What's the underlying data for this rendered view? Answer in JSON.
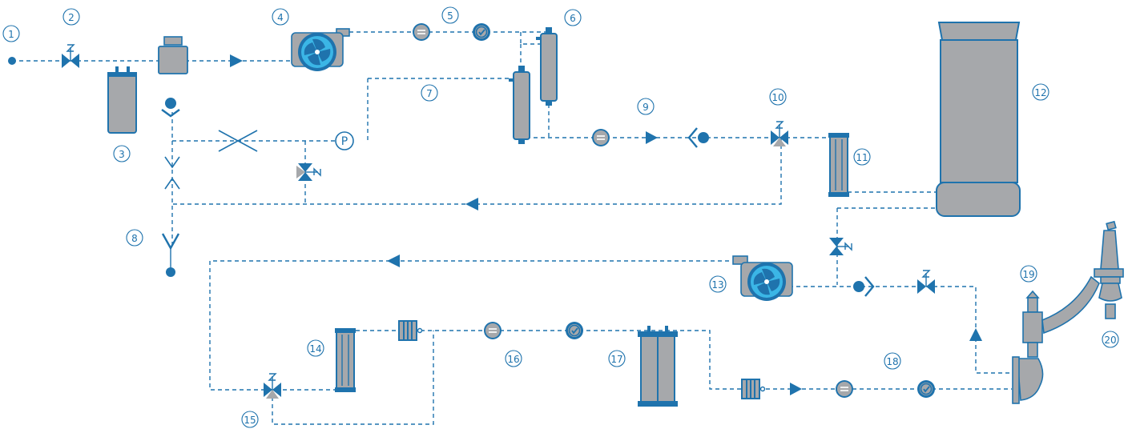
{
  "diagram": {
    "colors": {
      "pipe": "#1f73ad",
      "equipment": "#a6a8ab",
      "fan": "#3bb6e6",
      "background": "#ffffff"
    },
    "gauge_label": "P",
    "labels": [
      "1",
      "2",
      "3",
      "4",
      "5",
      "6",
      "7",
      "8",
      "9",
      "10",
      "11",
      "12",
      "13",
      "14",
      "15",
      "16",
      "17",
      "18",
      "19",
      "20"
    ]
  }
}
